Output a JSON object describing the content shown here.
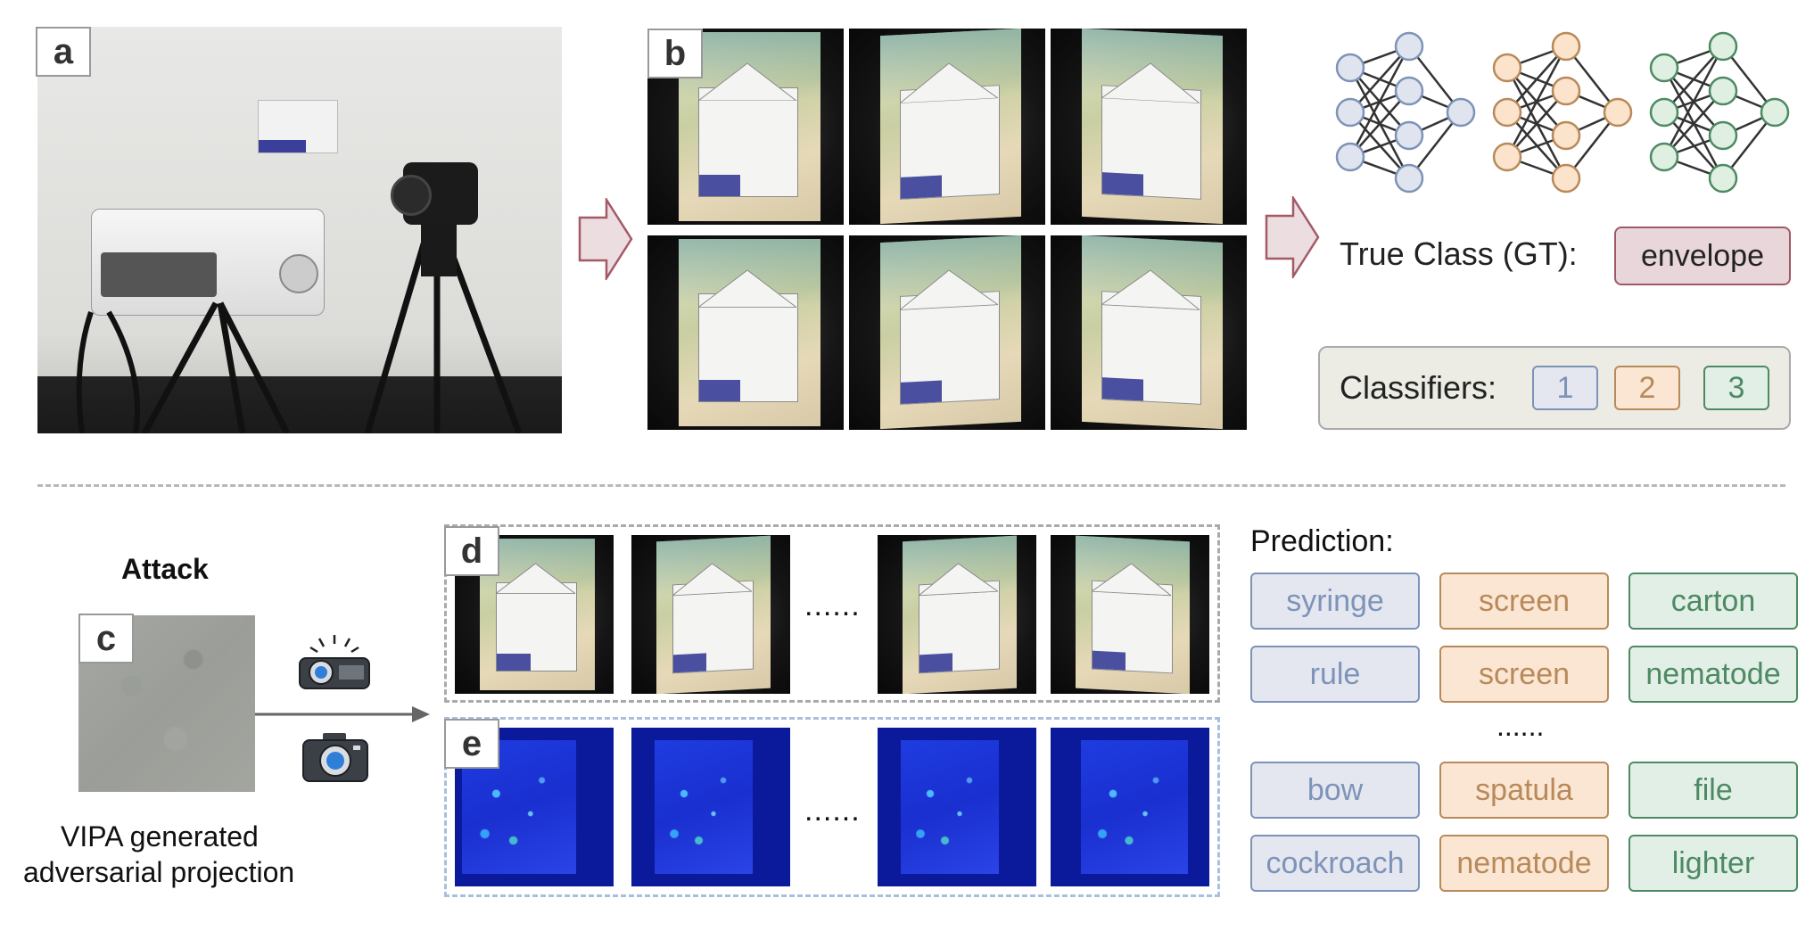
{
  "panels": {
    "a": "a",
    "b": "b",
    "c": "c",
    "d": "d",
    "e": "e"
  },
  "true_class": {
    "label": "True Class (GT):",
    "value": "envelope"
  },
  "classifiers": {
    "label": "Classifiers:",
    "items": [
      "1",
      "2",
      "3"
    ]
  },
  "attack": {
    "title": "Attack",
    "caption_line1": "VIPA generated",
    "caption_line2": "adversarial projection"
  },
  "ellipsis": "......",
  "prediction": {
    "label": "Prediction:",
    "rows_top": [
      [
        "syringe",
        "screen",
        "carton"
      ],
      [
        "rule",
        "screen",
        "nematode"
      ]
    ],
    "rows_bottom": [
      [
        "bow",
        "spatula",
        "file"
      ],
      [
        "cockroach",
        "nematode",
        "lighter"
      ]
    ]
  },
  "colors": {
    "classifier_1": "#7e93b8",
    "classifier_2": "#b88a5a",
    "classifier_3": "#4d8a63",
    "arrow_fill": "#ecdde0",
    "arrow_stroke": "#a35a66",
    "gt_fill": "#e8d6da",
    "gt_stroke": "#a05a66"
  }
}
